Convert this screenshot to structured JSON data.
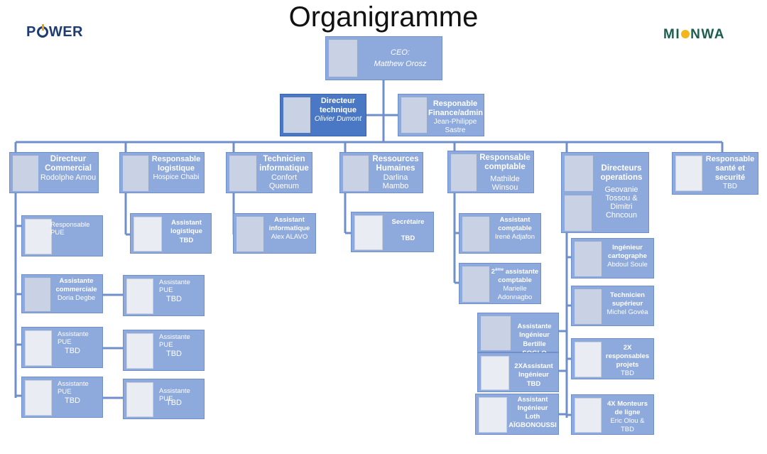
{
  "title": "Organigramme",
  "logos": {
    "left": [
      "P",
      "WER"
    ],
    "right": [
      "MI",
      "NWA"
    ]
  },
  "boxes": {
    "ceo": {
      "role": "CEO:",
      "name": "Matthew Orosz"
    },
    "dir_tech": {
      "role": "Directeur technique",
      "name": "Olivier Dumont"
    },
    "finance": {
      "role": "Responable Finance/admin",
      "name": "Jean-Philippe Sastre"
    },
    "commercial": {
      "role": "Directeur Commercial",
      "name": "Rodolphe Amou"
    },
    "logistique": {
      "role": "Responsable logistique",
      "name": "Hospice Chabi"
    },
    "informatique": {
      "role": "Technicien informatique",
      "name": "Confort Quenum"
    },
    "rh": {
      "role": "Ressources Humaines",
      "name": "Darlina Mambo"
    },
    "comptable": {
      "role": "Responsable comptable",
      "name": "Mathilde Winsou"
    },
    "operations": {
      "role": "Directeurs operations",
      "name": "Geovanie Tossou & Dimitri Chncoun"
    },
    "sante": {
      "role": "Responsable santé et securité",
      "name": "TBD"
    },
    "resp_pue": {
      "role": "Responsable PUE"
    },
    "asst_log": {
      "role": "Assistant logistique",
      "name": "TBD"
    },
    "asst_info": {
      "role": "Assistant informatique",
      "name": "Alex ALAVO"
    },
    "secretaire": {
      "role": "Secrétaire",
      "name": "TBD"
    },
    "asst_comptable": {
      "role": "Assistant comptable",
      "name": "Irené Adjafon"
    },
    "asst_comptable2": {
      "role_sup": "ème",
      "role_pre": "2",
      "role": "assistante comptable",
      "name": "Marielle Adonnagbo"
    },
    "asst_comm": {
      "role": "Assistante commerciale",
      "name": "Doria Degbe"
    },
    "pue_1": {
      "role": "Assistante PUE",
      "name": "TBD"
    },
    "pue_2": {
      "role": "Assistante PUE",
      "name": "TBD"
    },
    "pue_3": {
      "role": "Assistante PUE",
      "name": "TBD"
    },
    "pue_4": {
      "role": "Assistante PUE",
      "name": "TBD"
    },
    "pue_5": {
      "role": "Assistante PUE",
      "name": "TBD"
    },
    "cartographe": {
      "role": "Ingénieur cartographe",
      "name": "Abdoul Soule"
    },
    "tech_sup": {
      "role": "Technicien supérieur",
      "name": "Michel Govéa"
    },
    "resp_projets": {
      "role": "2X responsables projets",
      "name": "TBD"
    },
    "monteurs": {
      "role": "4X Monteurs de ligne",
      "name": "Eric Olou & TBD"
    },
    "asst_ing1": {
      "role": "Assistante Ingénieur",
      "name": "Bertille SOGLO"
    },
    "asst_ing2": {
      "role": "2XAssistant Ingénieur",
      "name": "TBD"
    },
    "asst_ing3": {
      "role": "Assistant Ingénieur",
      "name": "Loth AÏGBONOUSSI"
    }
  }
}
